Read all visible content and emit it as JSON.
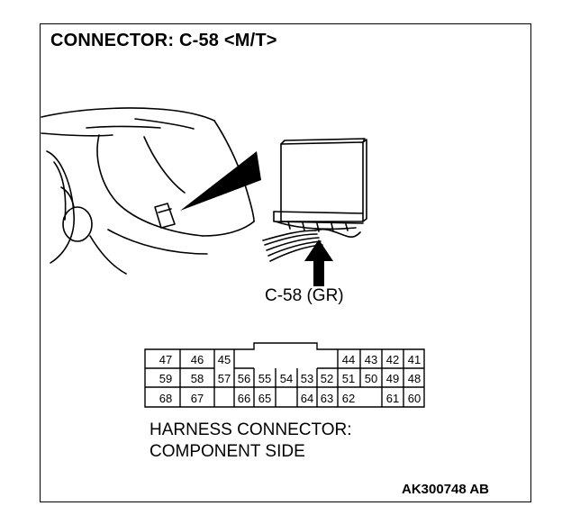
{
  "diagram": {
    "title": "CONNECTOR: C-58 <M/T>",
    "connector_callout": "C-58 (GR)",
    "caption_line1": "HARNESS CONNECTOR:",
    "caption_line2": "COMPONENT SIDE",
    "figure_code": "AK300748 AB"
  },
  "pins": {
    "row1": [
      "47",
      "46",
      "45",
      "44",
      "43",
      "42",
      "41"
    ],
    "row2": [
      "59",
      "58",
      "57",
      "56",
      "55",
      "54",
      "53",
      "52",
      "51",
      "50",
      "49",
      "48"
    ],
    "row3": [
      "68",
      "67",
      "66",
      "65",
      "64",
      "63",
      "62",
      "61",
      "60"
    ]
  }
}
